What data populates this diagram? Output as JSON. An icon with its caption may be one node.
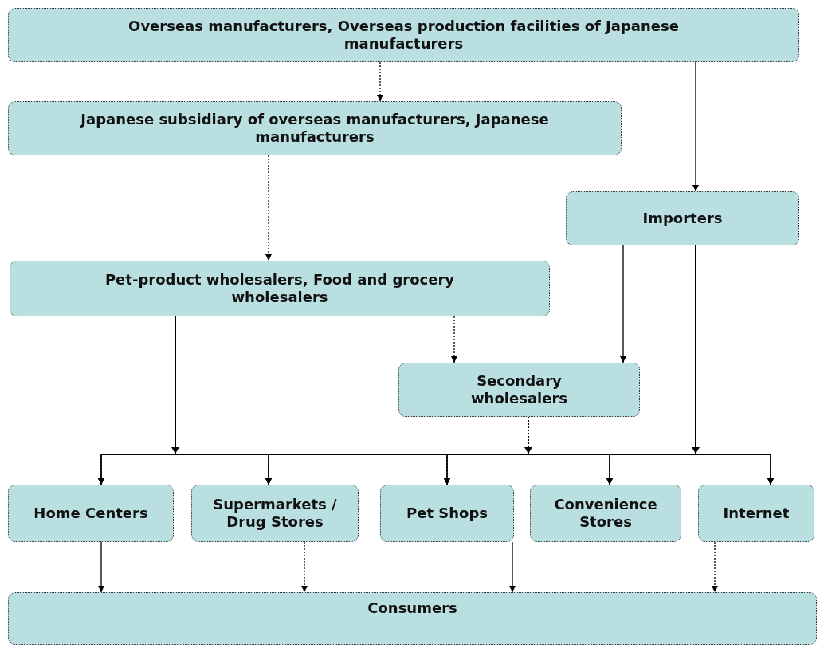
{
  "diagram": {
    "nodes": [
      {
        "text": [
          "Overseas manufacturers, Overseas production facilities of Japanese manufacturers"
        ]
      },
      {
        "text": [
          "Japanese subsidiary of overseas manufacturers, Japanese manufacturers"
        ]
      },
      {
        "text": [
          "Importers"
        ]
      },
      {
        "text": [
          "Pet-product wholesalers, Food and grocery wholesalers"
        ]
      },
      {
        "text": [
          "Secondary wholesalers"
        ]
      },
      {
        "text": [
          "Home Centers"
        ]
      },
      {
        "text": [
          "Supermarkets / Drug Stores"
        ]
      },
      {
        "text": [
          "Pet Shops"
        ]
      },
      {
        "text": [
          "Convenience Stores"
        ]
      },
      {
        "text": [
          "Internet"
        ]
      },
      {
        "text": [
          "Consumers"
        ]
      }
    ],
    "edges": [
      {
        "from": 0,
        "to": 1,
        "arrow": "to",
        "style": "dashed"
      },
      {
        "from": 0,
        "to": 2,
        "arrow": "to"
      },
      {
        "from": 1,
        "to": 3,
        "arrow": "to",
        "style": "dashed"
      },
      {
        "from": 2,
        "to": 4,
        "arrow": "to"
      },
      {
        "from": 3,
        "to": 4,
        "arrow": "to",
        "style": "dashed"
      },
      {
        "from": 3,
        "to": 5,
        "arrow": "to"
      },
      {
        "from": 3,
        "to": 6,
        "arrow": "to"
      },
      {
        "from": 3,
        "to": 7,
        "arrow": "to"
      },
      {
        "from": 3,
        "to": 8,
        "arrow": "to"
      },
      {
        "from": 3,
        "to": 9,
        "arrow": "to"
      },
      {
        "from": 4,
        "to": 5,
        "arrow": "to",
        "style": "dashed"
      },
      {
        "from": 4,
        "to": 6,
        "arrow": "to",
        "style": "dashed"
      },
      {
        "from": 4,
        "to": 7,
        "arrow": "to",
        "style": "dashed"
      },
      {
        "from": 4,
        "to": 8,
        "arrow": "to",
        "style": "dashed"
      },
      {
        "from": 4,
        "to": 9,
        "arrow": "to",
        "style": "dashed"
      },
      {
        "from": 2,
        "to": 5,
        "arrow": "to"
      },
      {
        "from": 2,
        "to": 6,
        "arrow": "to"
      },
      {
        "from": 2,
        "to": 7,
        "arrow": "to"
      },
      {
        "from": 2,
        "to": 8,
        "arrow": "to"
      },
      {
        "from": 2,
        "to": 9,
        "arrow": "to"
      },
      {
        "from": 5,
        "to": 10,
        "arrow": "to"
      },
      {
        "from": 6,
        "to": 10,
        "arrow": "to",
        "style": "dashed"
      },
      {
        "from": 7,
        "to": 10,
        "arrow": "to"
      },
      {
        "from": 9,
        "to": 10,
        "arrow": "to",
        "style": "dashed"
      }
    ]
  }
}
